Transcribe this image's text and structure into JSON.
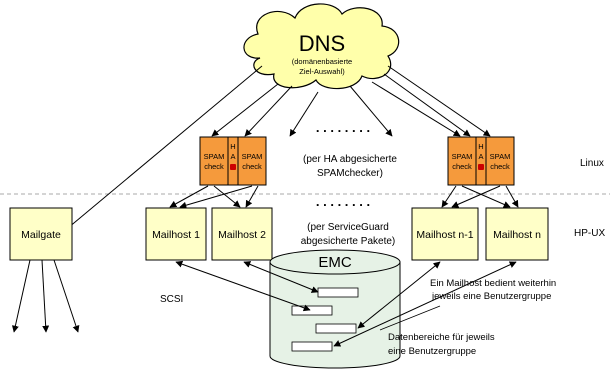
{
  "dns": {
    "title": "DNS",
    "line1": "(domänenbasierte",
    "line2": "Ziel-Auswahl)"
  },
  "spam_groups": [
    {
      "left": {
        "line1": "SPAM",
        "line2": "check"
      },
      "ha": "H\nA",
      "right": {
        "line1": "SPAM",
        "line2": "check"
      }
    },
    {
      "left": {
        "line1": "SPAM",
        "line2": "check"
      },
      "ha": "H\nA",
      "right": {
        "line1": "SPAM",
        "line2": "check"
      }
    }
  ],
  "hosts": {
    "mailgate": "Mailgate",
    "h1": "Mailhost 1",
    "h2": "Mailhost 2",
    "hn1": "Mailhost n-1",
    "hn": "Mailhost n"
  },
  "dots_top": ". . . . . . . .",
  "dots_mid": ". . . . . . . .",
  "spam_note": {
    "line1": "(per HA abgesicherte",
    "line2": "SPAMchecker)"
  },
  "sg_note": {
    "line1": "(per ServiceGuard",
    "line2": "abgesicherte Pakete)"
  },
  "layers": {
    "linux": "Linux",
    "hpux": "HP-UX"
  },
  "emc": "EMC",
  "scsi": "SCSI",
  "mailhost_note": {
    "line1": "Ein Mailhost bedient weiterhin",
    "line2": "jeweils eine Benutzergruppe"
  },
  "data_note": {
    "line1": "Datenbereiche für jeweils",
    "line2": "eine Benutzergruppe"
  },
  "colors": {
    "spam_fill": "#f59a3c",
    "host_fill": "#ffffc8",
    "cloud_fill": "#ffffaa",
    "lock": "#cc0000",
    "emc_fill": "#e6f2e6"
  }
}
